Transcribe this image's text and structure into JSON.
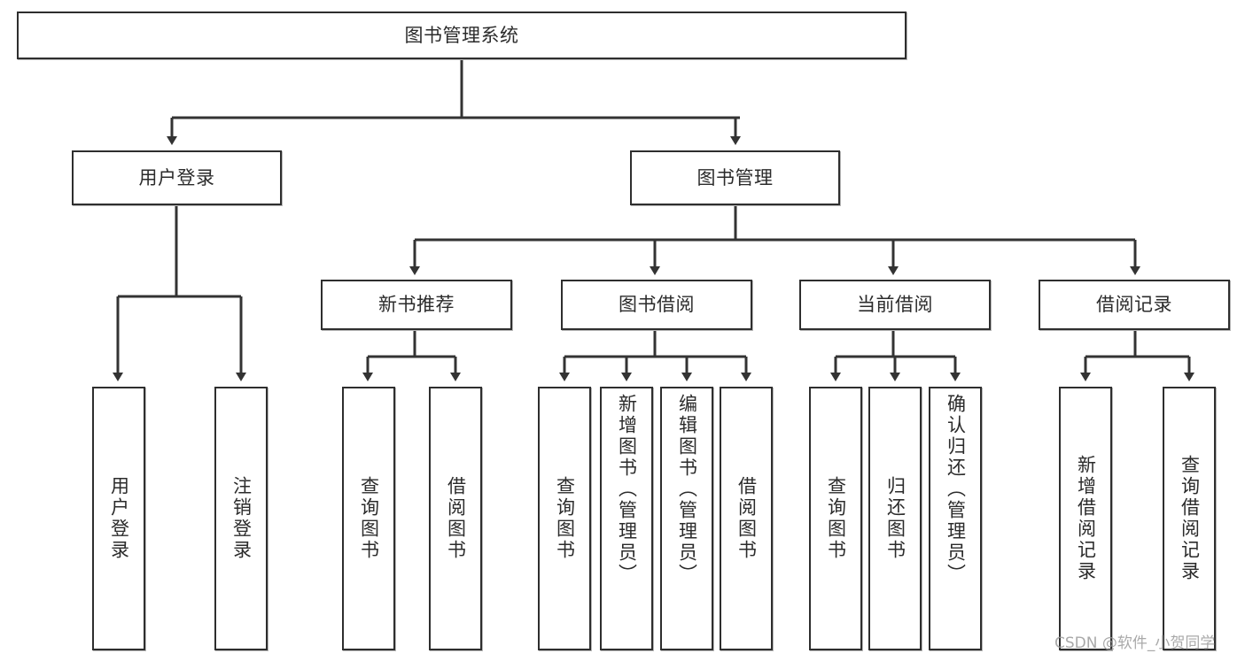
{
  "diagram": {
    "title": "图书管理系统",
    "watermark": "CSDN @软件_小贺同学",
    "colors": {
      "box_border": "#2e2e2e",
      "box_fill": "#ffffff",
      "connector": "#333333",
      "text": "#2b2b2b",
      "watermark": "#9b9b9b"
    },
    "root": {
      "label": "图书管理系统"
    },
    "level2": [
      {
        "label": "用户登录"
      },
      {
        "label": "图书管理"
      }
    ],
    "level3": [
      {
        "label": "新书推荐"
      },
      {
        "label": "图书借阅"
      },
      {
        "label": "当前借阅"
      },
      {
        "label": "借阅记录"
      }
    ],
    "leaves": {
      "user_login": [
        {
          "label": "用户登录"
        },
        {
          "label": "注销登录"
        }
      ],
      "new_book_recommend": [
        {
          "label": "查询图书"
        },
        {
          "label": "借阅图书"
        }
      ],
      "book_borrow": [
        {
          "label": "查询图书"
        },
        {
          "label": "新增图书（管理员）"
        },
        {
          "label": "编辑图书（管理员）"
        },
        {
          "label": "借阅图书"
        }
      ],
      "current_borrow": [
        {
          "label": "查询图书"
        },
        {
          "label": "归还图书"
        },
        {
          "label": "确认归还（管理员）"
        }
      ],
      "borrow_record": [
        {
          "label": "新增借阅记录"
        },
        {
          "label": "查询借阅记录"
        }
      ]
    }
  }
}
